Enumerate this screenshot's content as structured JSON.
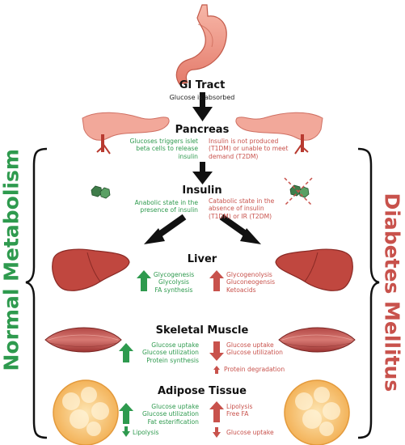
{
  "gi_tract": {
    "title": "GI Tract",
    "subtitle": "Glucose is absorbed"
  },
  "pancreas": {
    "title": "Pancreas",
    "normal": [
      "Glucoses triggers islet",
      "beta cells to release",
      "insulin"
    ],
    "diabetes": [
      "Insulin is not produced",
      "(T1DM) or unable to meet",
      "demand (T2DM)"
    ]
  },
  "insulin": {
    "title": "Insulin",
    "normal": [
      "Anabolic state in the",
      "presence of insulin"
    ],
    "diabetes": [
      "Catabolic state in the",
      "absence of insulin",
      "(T1DM) or IR (T2DM)"
    ]
  },
  "liver": {
    "title": "Liver",
    "normal": [
      "Glycogenesis",
      "Glycolysis",
      "FA synthesis"
    ],
    "diabetes": [
      "Glycogenolysis",
      "Gluconeogensis",
      "Ketoacids"
    ]
  },
  "muscle": {
    "title": "Skeletal Muscle",
    "normal": [
      "Glucose uptake",
      "Glucose utilization",
      "Protein synthesis"
    ],
    "diabetes": [
      "Glucose uptake",
      "Glucose utilization"
    ],
    "diabetes_up": "Protein degradation"
  },
  "adipose": {
    "title": "Adipose Tissue",
    "normal": [
      "Glucose uptake",
      "Glucose utilization",
      "Fat esterification"
    ],
    "normal_down": "Lipolysis",
    "diabetes": [
      "Lipolysis",
      "Free FA"
    ],
    "diabetes_down": "Glucose uptake"
  },
  "side_labels": {
    "left": "Normal Metabolism",
    "right": "Diabetes Mellitus"
  },
  "colors": {
    "normal": "#2e9a4e",
    "diabetes": "#c8524c",
    "text": "#111111"
  },
  "icons": [
    "stomach-icon",
    "pancreas-icon",
    "insulin-hexagon-icon",
    "liver-icon",
    "muscle-icon",
    "fat-cell-icon",
    "up-arrow-icon",
    "down-arrow-icon",
    "cross-icon"
  ]
}
